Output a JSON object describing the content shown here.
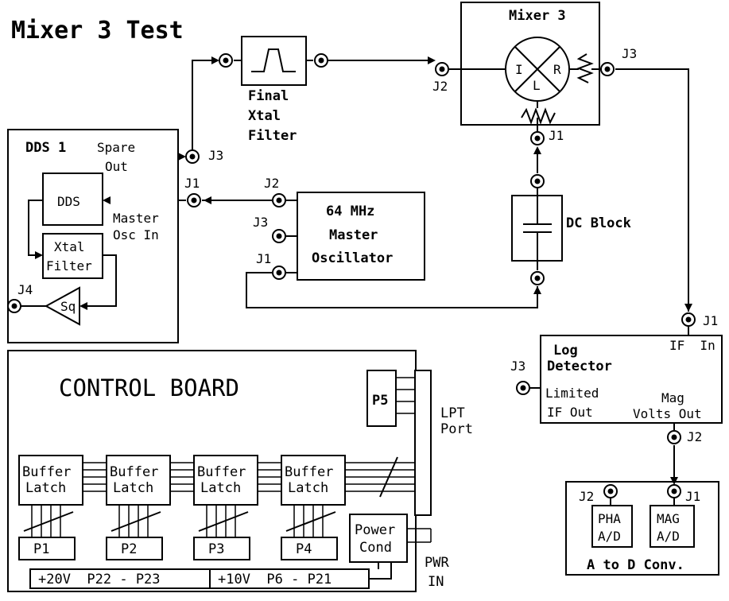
{
  "title": "Mixer 3 Test",
  "filter": {
    "line1": "Final",
    "line2": "Xtal",
    "line3": "Filter"
  },
  "mixer": {
    "title": "Mixer 3",
    "port_i": "I",
    "port_r": "R",
    "port_l": "L",
    "j1": "J1",
    "j2": "J2",
    "j3": "J3"
  },
  "dds": {
    "title": "DDS 1",
    "core": "DDS",
    "spare_line1": "Spare",
    "spare_line2": "Out",
    "master_line1": "Master",
    "master_line2": "Osc In",
    "xtal_line1": "Xtal",
    "xtal_line2": "Filter",
    "sq": "Sq",
    "j1": "J1",
    "j3": "J3",
    "j4": "J4"
  },
  "oscillator": {
    "line1": "64 MHz",
    "line2": "Master",
    "line3": "Oscillator",
    "j1": "J1",
    "j2": "J2",
    "j3": "J3"
  },
  "dc_block": {
    "label": "DC Block"
  },
  "log_detector": {
    "line1": "Log",
    "line2": "Detector",
    "if_in": "IF  In",
    "limited_line1": "Limited",
    "limited_line2": "IF Out",
    "mag_line1": "Mag",
    "mag_line2": "Volts Out",
    "j1": "J1",
    "j2": "J2",
    "j3": "J3"
  },
  "atod": {
    "title": "A to D Conv.",
    "pha_line1": "PHA",
    "pha_line2": "A/D",
    "mag_line1": "MAG",
    "mag_line2": "A/D",
    "j1": "J1",
    "j2": "J2"
  },
  "control": {
    "title": "CONTROL BOARD",
    "p5": "P5",
    "lpt_line1": "LPT",
    "lpt_line2": "Port",
    "pwr_line1": "PWR",
    "pwr_line2": "IN",
    "latches": [
      {
        "line1": "Buffer",
        "line2": "Latch",
        "plug": "P1"
      },
      {
        "line1": "Buffer",
        "line2": "Latch",
        "plug": "P2"
      },
      {
        "line1": "Buffer",
        "line2": "Latch",
        "plug": "P3"
      },
      {
        "line1": "Buffer",
        "line2": "Latch",
        "plug": "P4"
      }
    ],
    "power_line1": "Power",
    "power_line2": "Cond",
    "rail20": "+20V  P22 - P23",
    "rail10": "+10V  P6 - P21"
  }
}
